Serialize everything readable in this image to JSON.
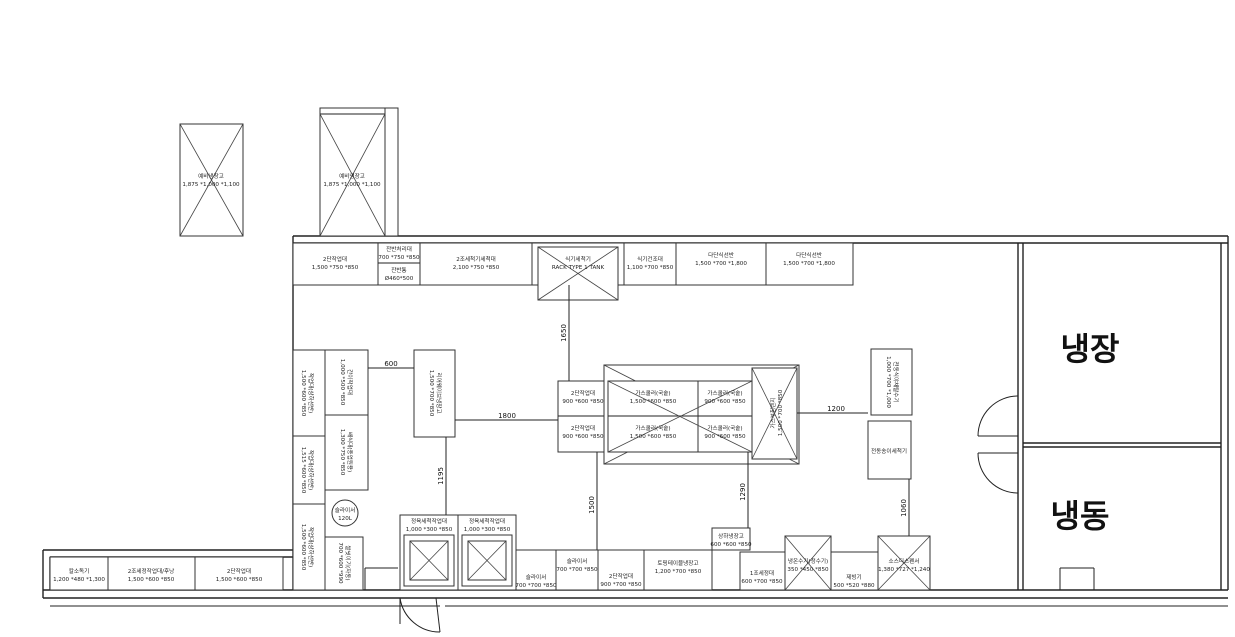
{
  "rooms": {
    "refrigeration": "냉장",
    "freezer": "냉동"
  },
  "equipment": {
    "ext1_name": "예비냉장고",
    "ext1_size": "1,875 *1,000 *1,100",
    "ext2_name": "예비냉장고",
    "ext2_size": "1,875 *1,000 *1,100",
    "b1_name": "2단작업대",
    "b1_size": "1,500 *750 *850",
    "b2_name": "잔반처리대",
    "b2_size": "700 *750 *850",
    "b2b_name": "잔반통",
    "b2b_size": "Ø460*500",
    "b3_name": "2조세척기세척대",
    "b3_size": "2,100 *750 *850",
    "b4_name": "식기세척기",
    "b4_size": "RACK TYPE 1 TANK",
    "b5_name": "식기건조대",
    "b5_size": "1,100 *700 *850",
    "b6_name": "다단식선반",
    "b6_size": "1,500 *700 *1,800",
    "b7_name": "다단식선반",
    "b7_size": "1,500 *700 *1,800",
    "w1_name": "작업대(상하선반)",
    "w1_size": "1,500 *600 *850",
    "w2_name": "작업대(상하선반)",
    "w2_size": "1,515 *600 *850",
    "w3_name": "작업대(상하선반)",
    "w3_size": "1,500 *600 *850",
    "w4_name": "간이작업대",
    "w4_size": "1,000 *500 *850",
    "w5_name": "배식대(종업원용)",
    "w5_size": "1,300 *750 *850",
    "w6_name": "쌀씻이기(자동)",
    "w6_size": "700 *600 *990",
    "rc_name": "슬라이서",
    "rc_size": "120L",
    "c1_name": "리어웨이브냉장고",
    "c1_size": "1,500 *700 *850",
    "i1_name": "2단작업대",
    "i1_size": "900 *600 *850",
    "i2_name": "2단작업대",
    "i2_size": "900 *600 *850",
    "i3_name": "가스쿨러(국솥)",
    "i3_size": "1,500 *600 *850",
    "i4_name": "가스쿨러(국솥)",
    "i4_size": "1,500 *600 *850",
    "i5_name": "가스쿨러(국솥)",
    "i5_size": "900 *600 *850",
    "i6_name": "가스쿨러(국솥)",
    "i6_size": "900 *600 *850",
    "i7_name": "가스부침렌지",
    "i7_size": "1,500 *700 *850",
    "r1_name": "전동식야채탈수기",
    "r1_size": "1,000 *700 *1,000",
    "r2_name": "전동송이세척기",
    "bt1_name": "정육세척작업대",
    "bt1_size": "1,000 *300 *850",
    "bt2_name": "정육세척작업대",
    "bt2_size": "1,000 *300 *850",
    "bt3_name": "슬라이서",
    "bt3_size": "700 *700 *850",
    "bt4_name": "슬라이서",
    "bt4_size": "700 *700 *850",
    "bt5_name": "2단작업대",
    "bt5_size": "900 *700 *850",
    "bt6_name": "토핑테이블냉장고",
    "bt6_size": "1,200 *700 *850",
    "bt7_name": "상하냉장고",
    "bt7_size": "600 *600 *850",
    "bt8_name": "1조세정대",
    "bt8_size": "600 *700 *850",
    "bt9_name": "냉온수기(정수기)",
    "bt9_size": "350 *450 *850",
    "bt10_name": "제빙기",
    "bt10_size": "500 *520 *880",
    "bt11_name": "소스디스펜서",
    "bt11_size": "1,380 *727 *1,240",
    "f1_name": "칼소독기",
    "f1_size": "1,200 *480 *1,300",
    "f2_name": "2조세정작업대/후낭",
    "f2_size": "1,500 *600 *850",
    "f3_name": "2단작업대",
    "f3_size": "1,500 *600 *850"
  },
  "dimensions": {
    "d600": "600",
    "d1800": "1800",
    "d1650": "1650",
    "d1200": "1200",
    "d1195": "1195",
    "d1500": "1500",
    "d1290": "1290",
    "d1060": "1060"
  }
}
